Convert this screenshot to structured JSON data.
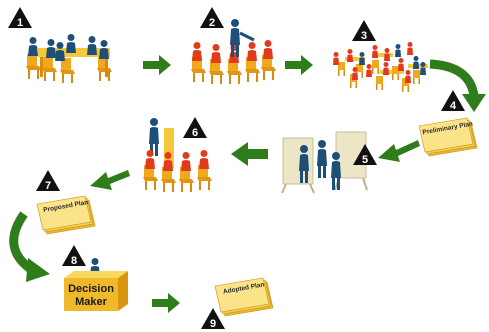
{
  "steps": [
    {
      "number": "1"
    },
    {
      "number": "2"
    },
    {
      "number": "3"
    },
    {
      "number": "4",
      "document_title": "Preliminary Plan"
    },
    {
      "number": "5"
    },
    {
      "number": "6"
    },
    {
      "number": "7",
      "document_title": "Proposed Plan"
    },
    {
      "number": "8",
      "desk_label_line1": "Decision",
      "desk_label_line2": "Maker"
    },
    {
      "number": "9",
      "document_title": "Adopted Plan"
    }
  ],
  "colors": {
    "arrow_green": "#2e7d1a",
    "chair_orange": "#f0a81c",
    "person_navy": "#1e4f79",
    "person_red": "#e23a1c",
    "desk_yellow": "#f6c93a",
    "paper_yellow": "#f8dc6e",
    "easel": "#e8e2c2",
    "badge": "#111111"
  },
  "icons": [
    "meeting-group-icon",
    "presentation-icon",
    "crowd-icon",
    "document-icon",
    "workshop-icon",
    "hearing-icon",
    "document-icon",
    "decision-desk-icon",
    "document-icon"
  ]
}
